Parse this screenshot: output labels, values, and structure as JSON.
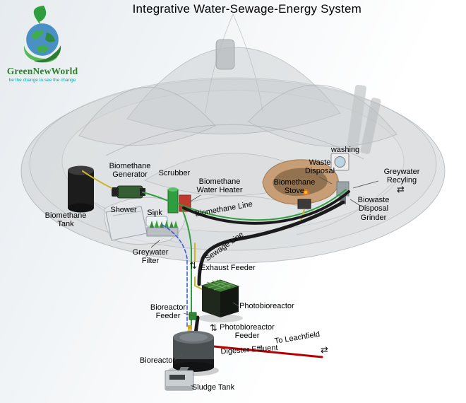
{
  "title": "Integrative Water-Sewage-Energy System",
  "logo": {
    "brand": "GreenNewWorld",
    "tagline": "be the change to see the change"
  },
  "labels": {
    "biomethane_generator": "Biomethane\nGenerator",
    "scrubber": "Scrubber",
    "biomethane_water_heater": "Biomethane\nWater Heater",
    "biomethane_stove": "Biomethane\nStove",
    "waste_disposal": "Waste\nDisposal",
    "washing": "washing",
    "greywater_recycling": "Greywater\nRecyling",
    "biowaste_disposal_grinder": "Biowaste\nDisposal\nGrinder",
    "biomethane_tank": "Biomethane\nTank",
    "shower": "Shower",
    "sink": "Sink",
    "greywater_filter": "Greywater\nFilter",
    "biomethane_line": "Biomethane Line",
    "sewage_line": "Sewage Line",
    "exhaust_feeder": "Exhaust Feeder",
    "photobioreactor": "Photobioreactor",
    "bioreactor_feeder": "Bioreactor\nFeeder",
    "photobioreactor_feeder": "Photobioreactor\nFeeder",
    "bioreactor": "Bioreactor",
    "sludge_tank": "Sludge Tank",
    "digester_effluent": "Digester Effluent",
    "to_leachfield": "To Leachfield"
  },
  "icons": {
    "v_exchange": "⇅",
    "h_exchange": "⇄"
  },
  "colors": {
    "black_line": "#1b1b1b",
    "green_pipe": "#2e9e3e",
    "yellow_pipe": "#c9b628",
    "blue_pipe": "#3a56d4",
    "red_line": "#b80000"
  }
}
